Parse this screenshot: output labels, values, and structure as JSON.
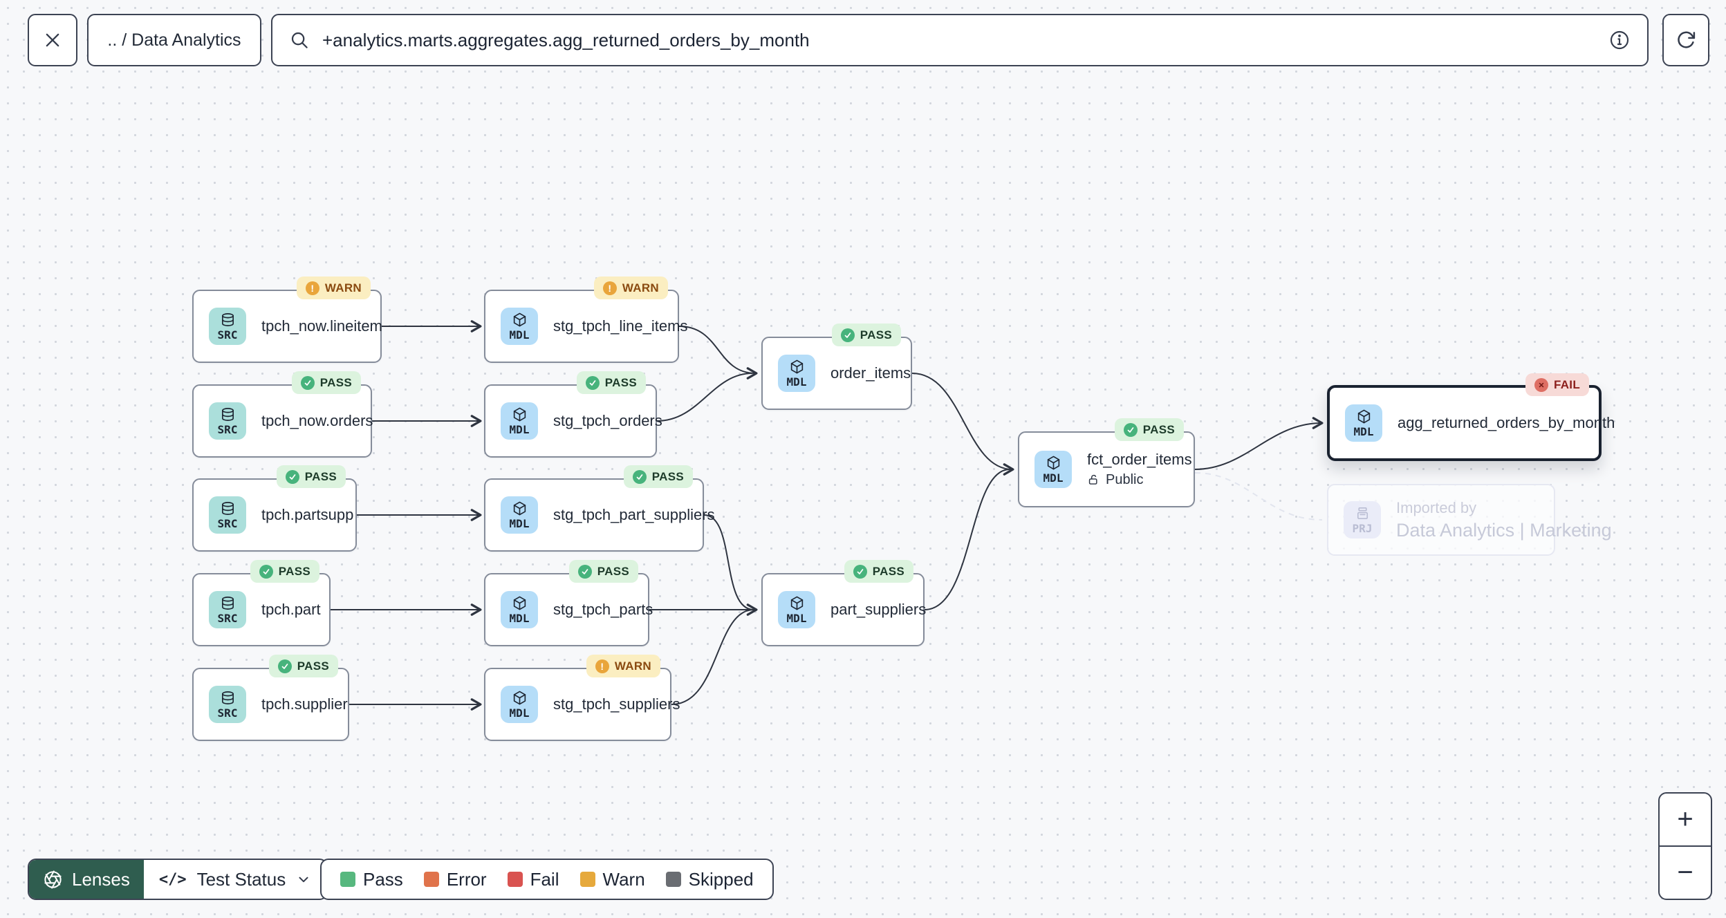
{
  "toolbar": {
    "breadcrumb": ".. / Data Analytics",
    "search": {
      "value": "+analytics.marts.aggregates.agg_returned_orders_by_month"
    }
  },
  "icons": {
    "close": "x-cross",
    "search": "magnifier",
    "info": "i-in-circle",
    "refresh": "circular-arrow",
    "database": "db-cylinder",
    "model": "3d-cube",
    "project": "archive-box",
    "public_access": "open-padlock",
    "lenses": "camera-aperture",
    "code": "</>",
    "chevron_down": "v",
    "pass_check": "check",
    "warn_mark": "!",
    "fail_cross": "x"
  },
  "graph": {
    "nodes": [
      {
        "type": "SRC",
        "label": "tpch_now.lineitem",
        "status": "WARN"
      },
      {
        "type": "SRC",
        "label": "tpch_now.orders",
        "status": "PASS"
      },
      {
        "type": "SRC",
        "label": "tpch.partsupp",
        "status": "PASS"
      },
      {
        "type": "SRC",
        "label": "tpch.part",
        "status": "PASS"
      },
      {
        "type": "SRC",
        "label": "tpch.supplier",
        "status": "PASS"
      },
      {
        "type": "MDL",
        "label": "stg_tpch_line_items",
        "status": "WARN"
      },
      {
        "type": "MDL",
        "label": "stg_tpch_orders",
        "status": "PASS"
      },
      {
        "type": "MDL",
        "label": "stg_tpch_part_suppliers",
        "status": "PASS"
      },
      {
        "type": "MDL",
        "label": "stg_tpch_parts",
        "status": "PASS"
      },
      {
        "type": "MDL",
        "label": "stg_tpch_suppliers",
        "status": "WARN"
      },
      {
        "type": "MDL",
        "label": "order_items",
        "status": "PASS"
      },
      {
        "type": "MDL",
        "label": "part_suppliers",
        "status": "PASS"
      },
      {
        "type": "MDL",
        "label": "fct_order_items",
        "status": "PASS",
        "access": "Public"
      },
      {
        "type": "MDL",
        "label": "agg_returned_orders_by_month",
        "status": "FAIL",
        "selected": true
      },
      {
        "type": "PRJ",
        "label": "Imported by",
        "sublabel": "Data Analytics | Marketing",
        "ghost": true
      }
    ]
  },
  "lenses": {
    "button_label": "Lenses",
    "active_lens": "Test Status"
  },
  "legend": {
    "items": [
      {
        "label": "Pass",
        "color": "#57b87f"
      },
      {
        "label": "Error",
        "color": "#e0734b"
      },
      {
        "label": "Fail",
        "color": "#d95350"
      },
      {
        "label": "Warn",
        "color": "#e6a93c"
      },
      {
        "label": "Skipped",
        "color": "#6a6d72"
      }
    ]
  },
  "zoom_controls": {
    "zoom_in": "+",
    "zoom_out": "−"
  },
  "colors": {
    "canvas_bg": "#f7f8fa",
    "node_border": "#858c9a",
    "selected_border": "#1a2230",
    "src_chip": "#abdfdb",
    "mdl_chip": "#b5ddf8",
    "prj_chip": "#eaecf8",
    "pass_badge_bg": "#dcf3de",
    "warn_badge_bg": "#fbeec1",
    "fail_badge_bg": "#f7dad7",
    "lenses_green": "#2f5d4f",
    "edge": "#2e3440"
  }
}
